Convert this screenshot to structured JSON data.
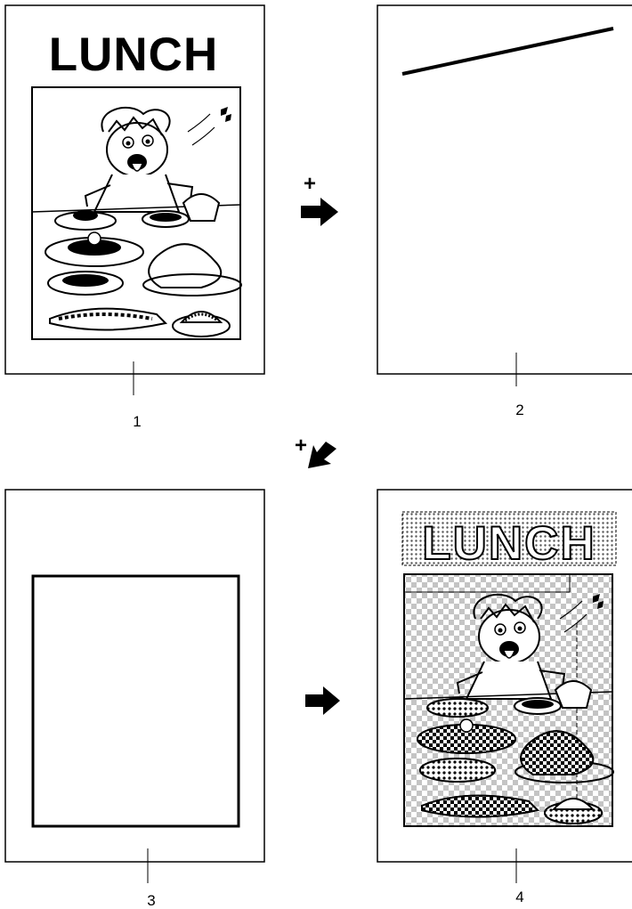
{
  "panels": [
    {
      "id": "1",
      "label": "1",
      "title": "LUNCH",
      "content": "cartoon"
    },
    {
      "id": "2",
      "label": "2",
      "title": "",
      "content": "diagonal-line"
    },
    {
      "id": "3",
      "label": "3",
      "title": "",
      "content": "frame"
    },
    {
      "id": "4",
      "label": "4",
      "title": "LUNCH",
      "content": "patterned-cartoon"
    }
  ],
  "operators": {
    "plus_1": "+",
    "plus_2": "+"
  },
  "icons": {
    "arrow_right": "arrow-right-icon",
    "arrow_down_left": "arrow-down-left-icon",
    "arrow_result": "arrow-right-icon"
  },
  "colors": {
    "ink": "#000000",
    "paper": "#ffffff",
    "pattern": "#b8b8b8"
  }
}
